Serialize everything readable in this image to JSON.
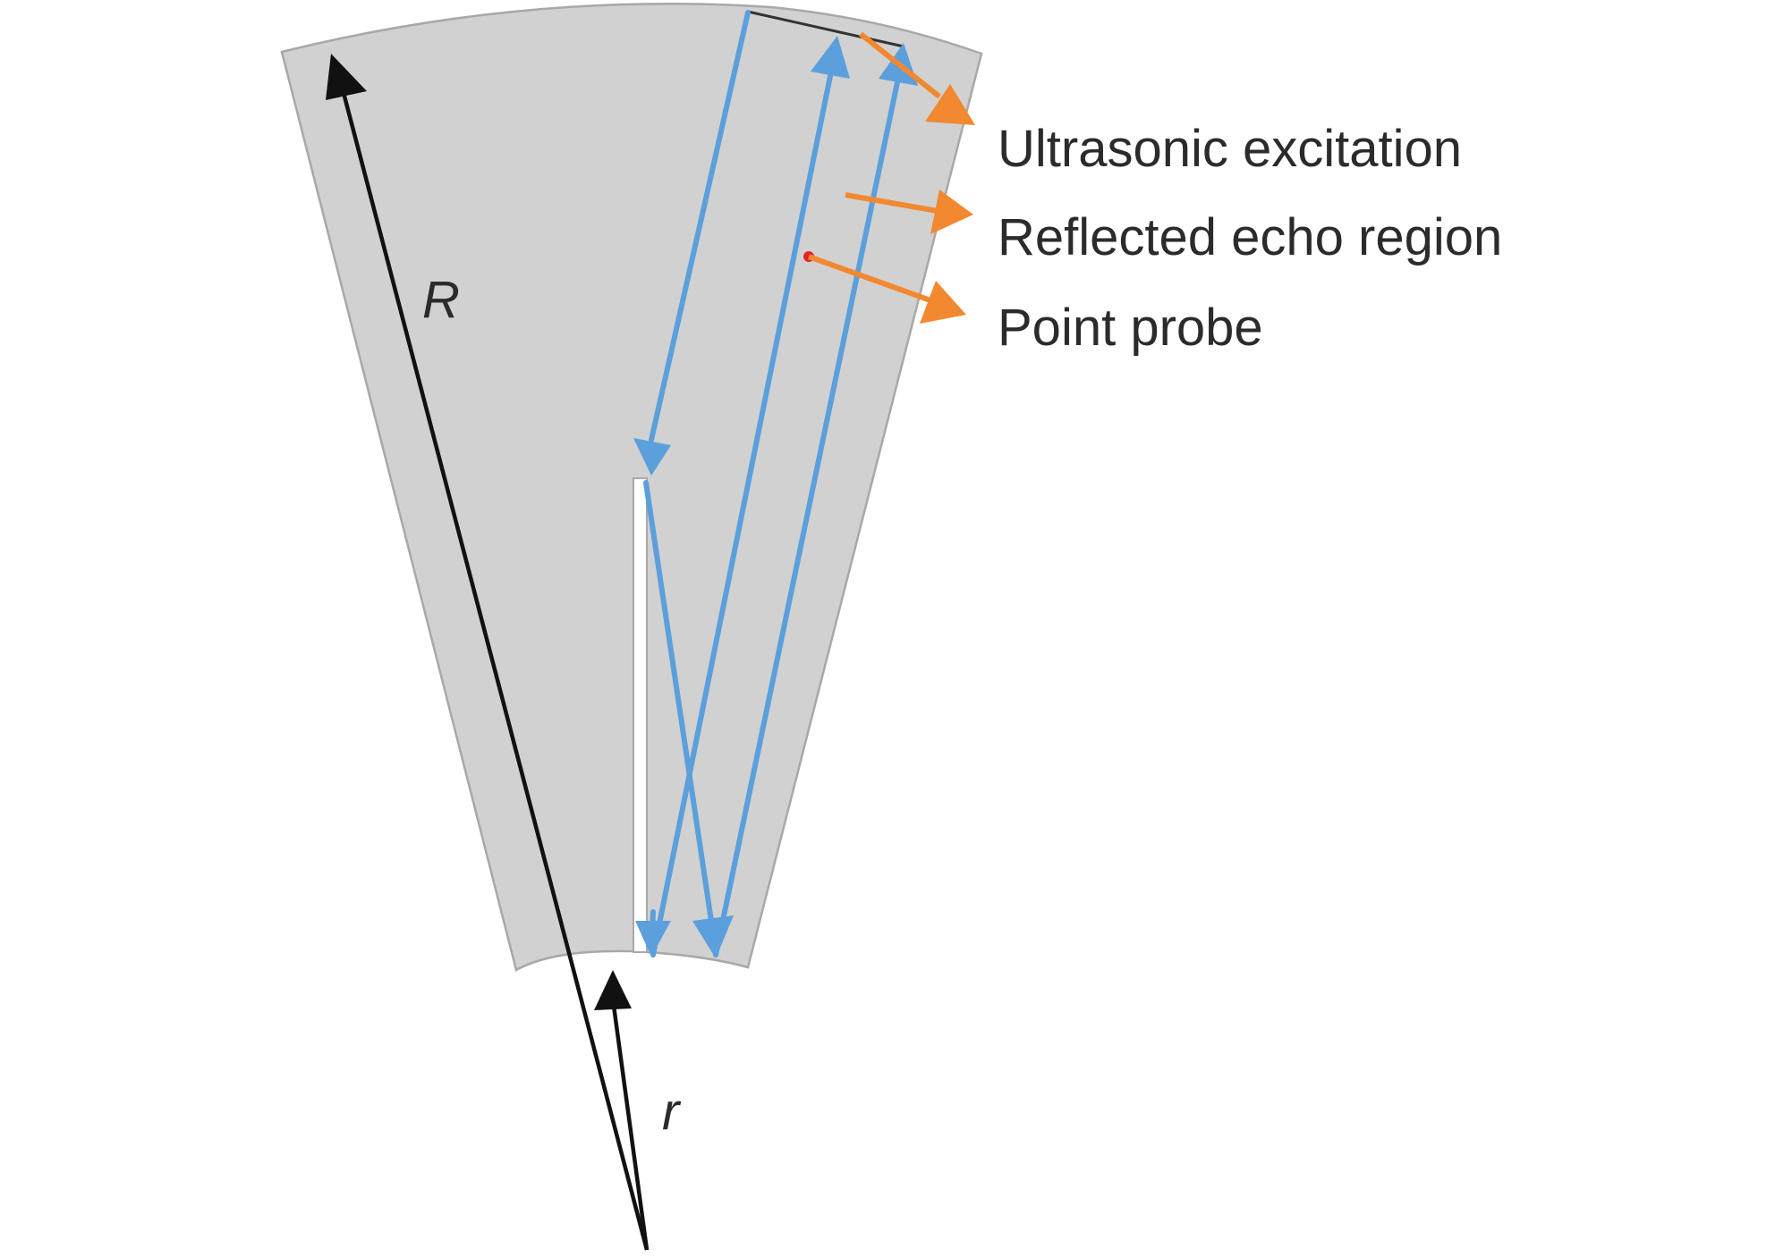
{
  "callouts": [
    {
      "id": "ultrasonic-excitation",
      "label": "Ultrasonic excitation"
    },
    {
      "id": "reflected-echo-region",
      "label": "Reflected echo region"
    },
    {
      "id": "point-probe",
      "label": "Point probe"
    }
  ],
  "dimensions": {
    "outer_radius": "R",
    "inner_radius": "r"
  },
  "colors": {
    "body": "#d1d1d1",
    "wave_path": "#5b9fdc",
    "callout_arrow": "#f2882f",
    "probe_point": "#e8202a",
    "dimension_arrow": "#111111"
  }
}
